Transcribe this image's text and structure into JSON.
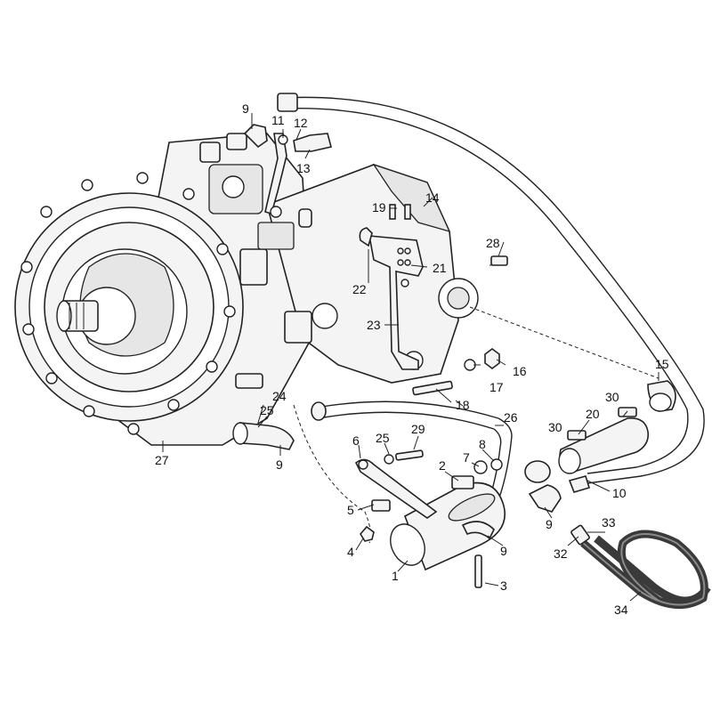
{
  "callouts": [
    {
      "id": "c1",
      "text": "1"
    },
    {
      "id": "c2",
      "text": "2"
    },
    {
      "id": "c3",
      "text": "3"
    },
    {
      "id": "c4",
      "text": "4"
    },
    {
      "id": "c5",
      "text": "5"
    },
    {
      "id": "c6",
      "text": "6"
    },
    {
      "id": "c7",
      "text": "7"
    },
    {
      "id": "c8",
      "text": "8"
    },
    {
      "id": "c9a",
      "text": "9"
    },
    {
      "id": "c9b",
      "text": "9"
    },
    {
      "id": "c9c",
      "text": "9"
    },
    {
      "id": "c9d",
      "text": "9"
    },
    {
      "id": "c10",
      "text": "10"
    },
    {
      "id": "c11",
      "text": "11"
    },
    {
      "id": "c12",
      "text": "12"
    },
    {
      "id": "c13",
      "text": "13"
    },
    {
      "id": "c14",
      "text": "14"
    },
    {
      "id": "c15",
      "text": "15"
    },
    {
      "id": "c16",
      "text": "16"
    },
    {
      "id": "c17",
      "text": "17"
    },
    {
      "id": "c18",
      "text": "18"
    },
    {
      "id": "c19",
      "text": "19"
    },
    {
      "id": "c20",
      "text": "20"
    },
    {
      "id": "c21",
      "text": "21"
    },
    {
      "id": "c22",
      "text": "22"
    },
    {
      "id": "c23",
      "text": "23"
    },
    {
      "id": "c24",
      "text": "24"
    },
    {
      "id": "c25a",
      "text": "25"
    },
    {
      "id": "c25b",
      "text": "25"
    },
    {
      "id": "c26",
      "text": "26"
    },
    {
      "id": "c27",
      "text": "27"
    },
    {
      "id": "c28",
      "text": "28"
    },
    {
      "id": "c29",
      "text": "29"
    },
    {
      "id": "c30a",
      "text": "30"
    },
    {
      "id": "c30b",
      "text": "30"
    },
    {
      "id": "c32",
      "text": "32"
    },
    {
      "id": "c33",
      "text": "33"
    },
    {
      "id": "c34",
      "text": "34"
    }
  ]
}
